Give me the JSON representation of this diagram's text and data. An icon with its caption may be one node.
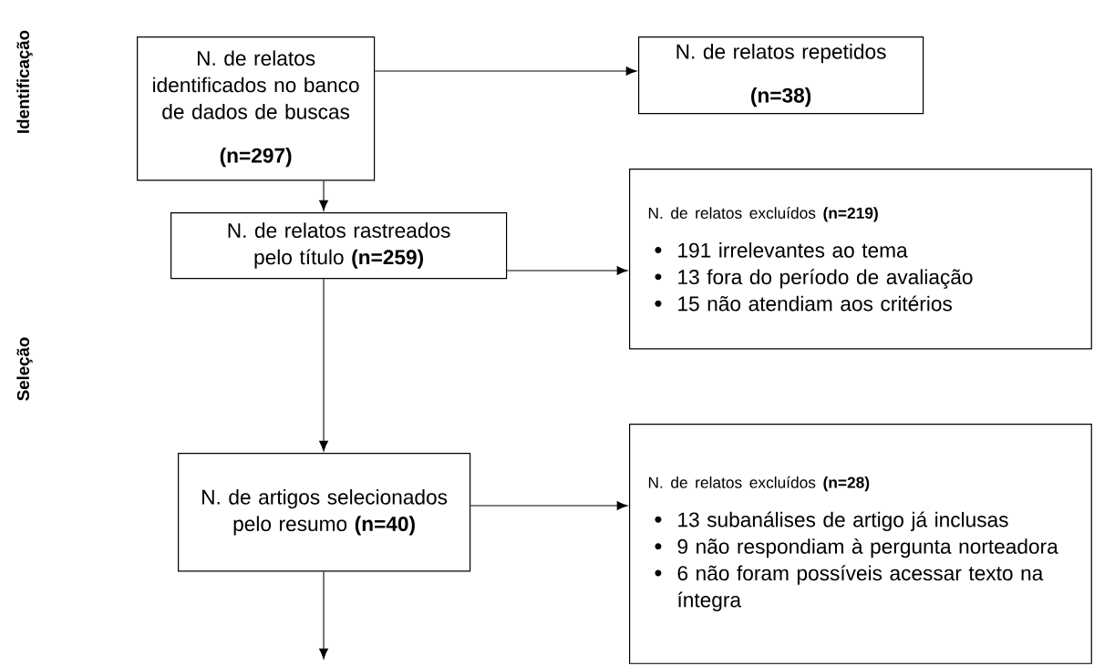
{
  "diagram": {
    "nodes": [
      {
        "text": [
          "N. de relatos identificados no banco de dados de buscas",
          "(n=297)"
        ]
      },
      {
        "text": [
          "N. de relatos repetidos",
          "(n=38)"
        ]
      },
      {
        "text": [
          "N. de relatos rastreados pelo título **(n=259)**"
        ]
      },
      {
        "text": [
          "N. de relatos excluídos **(n=219)**",
          "191 irrelevantes ao tema",
          "13 fora do período de avaliação",
          "15 não atendiam aos critérios"
        ]
      },
      {
        "text": [
          "N. de artigos selecionados pelo resumo **(n=40)**"
        ]
      },
      {
        "text": [
          "N. de relatos excluídos **(n=28)**",
          "13 subanálises de artigo já inclusas",
          "9 não respondiam à pergunta norteadora",
          "6 não foram possíveis acessar texto na íntegra"
        ]
      }
    ],
    "edges": [
      {
        "from": 0,
        "to": 1,
        "arrow": "to"
      },
      {
        "from": 0,
        "to": 2,
        "arrow": "to"
      },
      {
        "from": 2,
        "to": 3,
        "arrow": "to"
      },
      {
        "from": 2,
        "to": 4,
        "arrow": "to"
      },
      {
        "from": 4,
        "to": 5,
        "arrow": "to"
      },
      {
        "from": 4,
        "to": null,
        "arrow": "to"
      }
    ],
    "labels": [
      "Identificação",
      "Seleção"
    ]
  }
}
